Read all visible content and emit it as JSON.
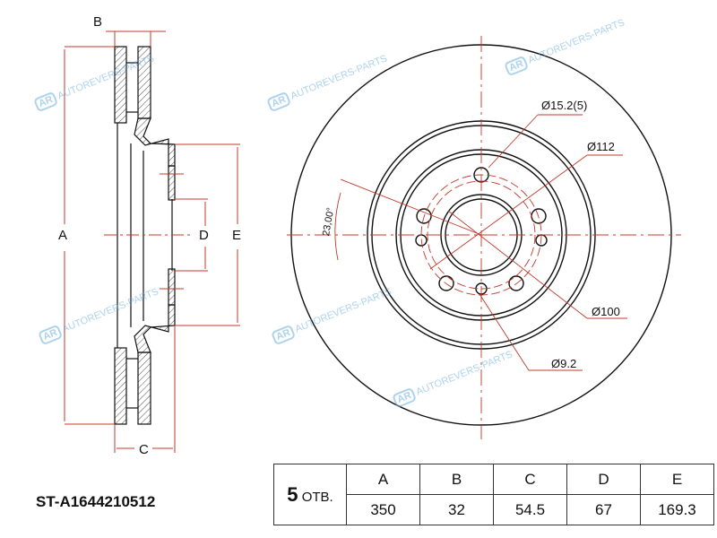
{
  "part_number": "ST-A1644210512",
  "watermark": "AUTOREVERS-PARTS",
  "watermark_logo": "AR",
  "side_view_labels": {
    "a": "A",
    "b": "B",
    "c": "C",
    "d": "D",
    "e": "E"
  },
  "front_view_labels": {
    "bolt_hole": "Ø15.2(5)",
    "pcd": "Ø112",
    "center_bore": "Ø100",
    "small_hole": "Ø9.2",
    "angle": "23,00°"
  },
  "table": {
    "holes_count": "5",
    "holes_unit": "ОТВ.",
    "headers": [
      "A",
      "B",
      "C",
      "D",
      "E"
    ],
    "values": [
      "350",
      "32",
      "54.5",
      "67",
      "169.3"
    ]
  },
  "colors": {
    "dimension": "#c0392b",
    "line": "#111111",
    "watermark": "#6aaee0"
  }
}
